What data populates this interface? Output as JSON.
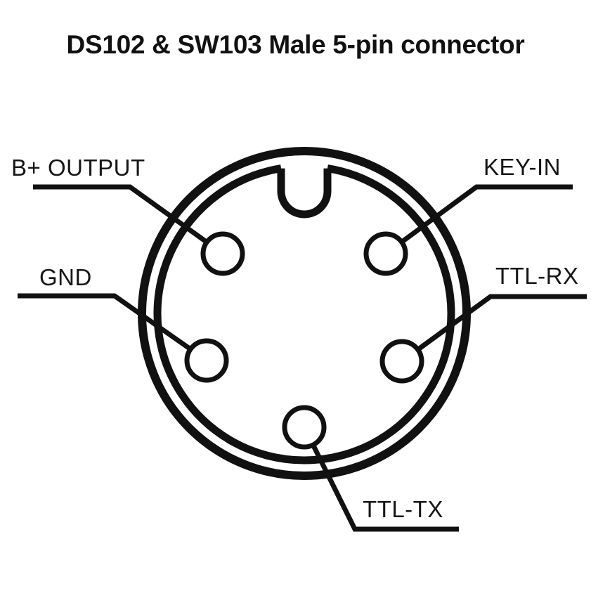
{
  "title": "DS102 & SW103 Male 5-pin connector",
  "colors": {
    "ink": "#111111",
    "background": "#ffffff"
  },
  "connector": {
    "kind": "male-5-pin-circular-connector-face",
    "keyway": "top-center-notch",
    "pin_count": 5,
    "pins": [
      {
        "name": "B+ OUTPUT",
        "position": "upper-left"
      },
      {
        "name": "KEY-IN",
        "position": "upper-right"
      },
      {
        "name": "GND",
        "position": "middle-left"
      },
      {
        "name": "TTL-RX",
        "position": "middle-right"
      },
      {
        "name": "TTL-TX",
        "position": "bottom-center"
      }
    ]
  }
}
